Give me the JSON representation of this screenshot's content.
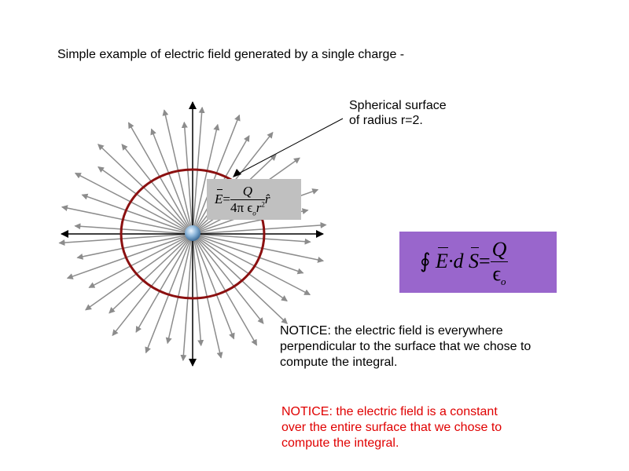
{
  "title": "Simple example of electric field generated by a single charge -",
  "callout": {
    "line1": "Spherical surface",
    "line2": "of radius r=2."
  },
  "field_equation": {
    "lhs": "E",
    "equals": "=",
    "numerator": "Q",
    "denominator": "4π ϵ",
    "sub": "o",
    "r": "r",
    "sup": "2",
    "unit": "r̂"
  },
  "gauss_law": {
    "integral": "∮",
    "E": "E",
    "dot": "·d",
    "S": "S",
    "equals": "=",
    "numerator": "Q",
    "denominator": "ϵ",
    "sub": "o"
  },
  "notice1": {
    "line1": "NOTICE: the electric field is everywhere",
    "line2": "perpendicular to the surface that we  chose to",
    "line3": "compute the integral."
  },
  "notice2": {
    "line1": "NOTICE: the electric field is a constant",
    "line2": "over the entire surface that we chose to",
    "line3": "compute the integral."
  },
  "colors": {
    "surface": "#8b1010",
    "rays": "#8c8c8c",
    "gauss_box": "#9966cc",
    "formula_box": "#c0c0c0",
    "notice2": "#e00000"
  }
}
